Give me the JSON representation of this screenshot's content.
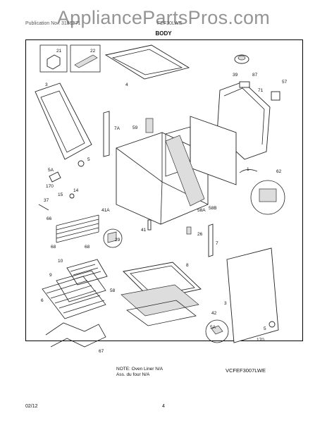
{
  "watermark": "AppliancePartsPros.com",
  "header": {
    "left": "Publication No.: 3186271",
    "right": "FEF30LWE",
    "section_title": "BODY"
  },
  "callouts": {
    "c21": "21",
    "c22": "22",
    "c3a": "3",
    "c4": "4",
    "c39": "39",
    "c87": "87",
    "c71": "71",
    "c57": "57",
    "c59": "59",
    "c7a": "7A",
    "c5a": "5",
    "c5Aa": "5A",
    "c170a": "170",
    "c1": "1",
    "c62": "62",
    "c15": "15",
    "c14": "14",
    "c37": "37",
    "c41a": "41A",
    "c58a": "58A",
    "c58b": "58B",
    "c66": "66",
    "c68a": "68",
    "c68b": "68",
    "c29": "29",
    "c41": "41",
    "c26": "26",
    "c7": "7",
    "c10": "10",
    "c9": "9",
    "c6": "6",
    "c8": "8",
    "c58": "58",
    "c42": "42",
    "c3b": "3",
    "c5Ab": "5A",
    "c5b": "5",
    "c170b": "170",
    "c67": "67"
  },
  "footer": {
    "note_line1": "NOTE: Oven Liner N/A",
    "note_line2": "Ass. du four N/A",
    "model_code": "VCFEF3007LWE",
    "date": "02/12",
    "page_number": "4"
  }
}
